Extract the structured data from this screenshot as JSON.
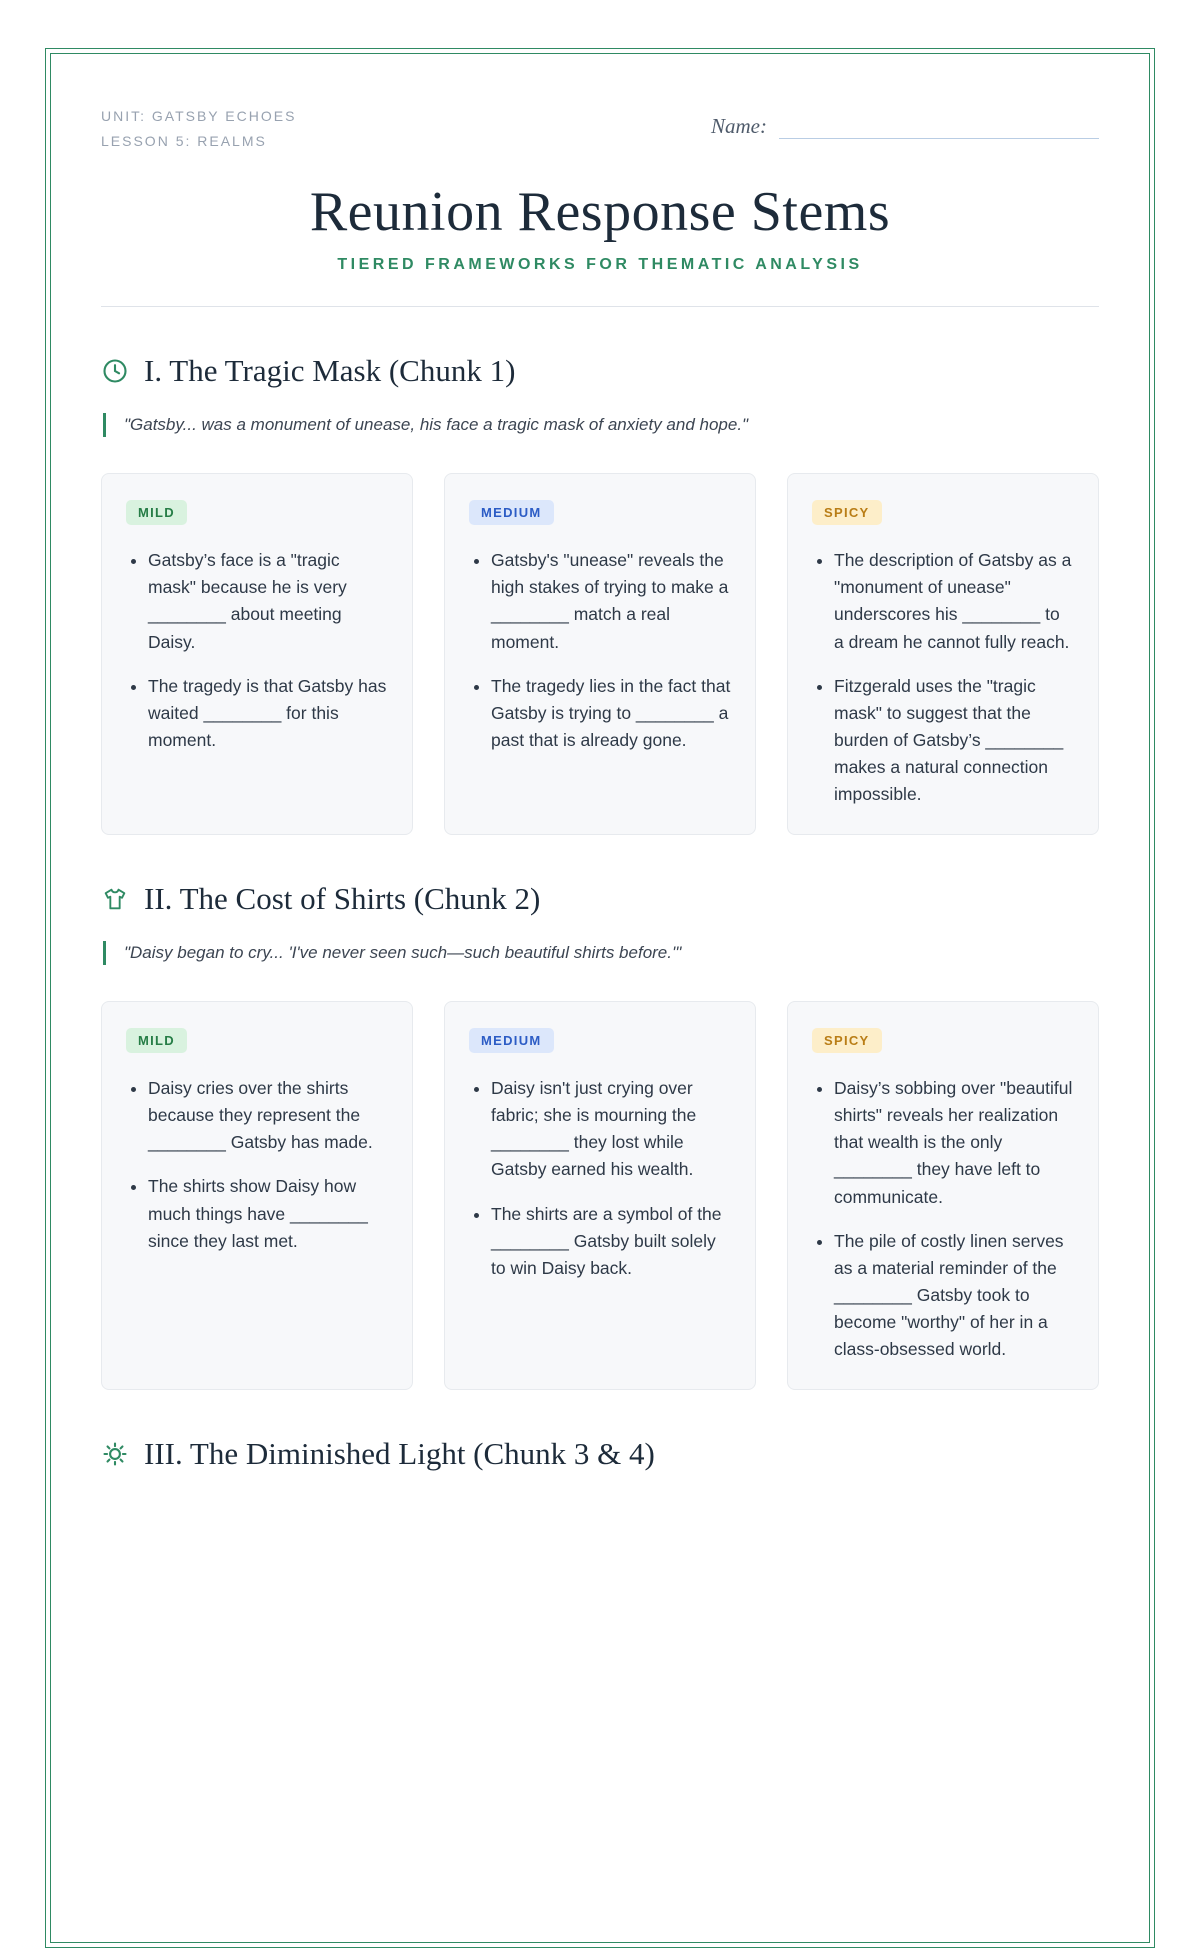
{
  "header": {
    "unit": "UNIT: GATSBY ECHOES",
    "lesson": "LESSON 5: REALMS",
    "name_label": "Name:"
  },
  "title": "Reunion Response Stems",
  "subtitle": "TIERED FRAMEWORKS FOR THEMATIC ANALYSIS",
  "colors": {
    "frame_green": "#2f8a63",
    "title_navy": "#1d2b3a",
    "mild_badge_bg": "#d9f2df",
    "mild_badge_text": "#267d46",
    "medium_badge_bg": "#dce7fb",
    "medium_badge_text": "#2c5cc5",
    "spicy_badge_bg": "#fdeec9",
    "spicy_badge_text": "#b97d16"
  },
  "icons": {
    "section1": "clock-icon",
    "section2": "shirt-icon",
    "section3": "sun-icon"
  },
  "sections": [
    {
      "heading": "I. The Tragic Mask (Chunk 1)",
      "quote": "\"Gatsby... was a monument of unease, his face a tragic mask of anxiety and hope.\"",
      "cards": [
        {
          "tier": "MILD",
          "bullets": [
            "Gatsby’s face is a \"tragic mask\" because he is very ________ about meeting Daisy.",
            "The tragedy is that Gatsby has waited ________ for this moment."
          ]
        },
        {
          "tier": "MEDIUM",
          "bullets": [
            "Gatsby's \"unease\" reveals the high stakes of trying to make a ________ match a real moment.",
            "The tragedy lies in the fact that Gatsby is trying to ________ a past that is already gone."
          ]
        },
        {
          "tier": "SPICY",
          "bullets": [
            "The description of Gatsby as a \"monument of unease\" underscores his ________ to a dream he cannot fully reach.",
            "Fitzgerald uses the \"tragic mask\" to suggest that the burden of Gatsby’s ________ makes a natural connection impossible."
          ]
        }
      ]
    },
    {
      "heading": "II. The Cost of Shirts (Chunk 2)",
      "quote": "\"Daisy began to cry... 'I've never seen such—such beautiful shirts before.'\"",
      "cards": [
        {
          "tier": "MILD",
          "bullets": [
            "Daisy cries over the shirts because they represent the ________ Gatsby has made.",
            "The shirts show Daisy how much things have ________ since they last met."
          ]
        },
        {
          "tier": "MEDIUM",
          "bullets": [
            "Daisy isn't just crying over fabric; she is mourning the ________ they lost while Gatsby earned his wealth.",
            "The shirts are a symbol of the ________ Gatsby built solely to win Daisy back."
          ]
        },
        {
          "tier": "SPICY",
          "bullets": [
            "Daisy’s sobbing over \"beautiful shirts\" reveals her realization that wealth is the only ________ they have left to communicate.",
            "The pile of costly linen serves as a material reminder of the ________ Gatsby took to become \"worthy\" of her in a class-obsessed world."
          ]
        }
      ]
    },
    {
      "heading": "III. The Diminished Light (Chunk 3 & 4)"
    }
  ]
}
